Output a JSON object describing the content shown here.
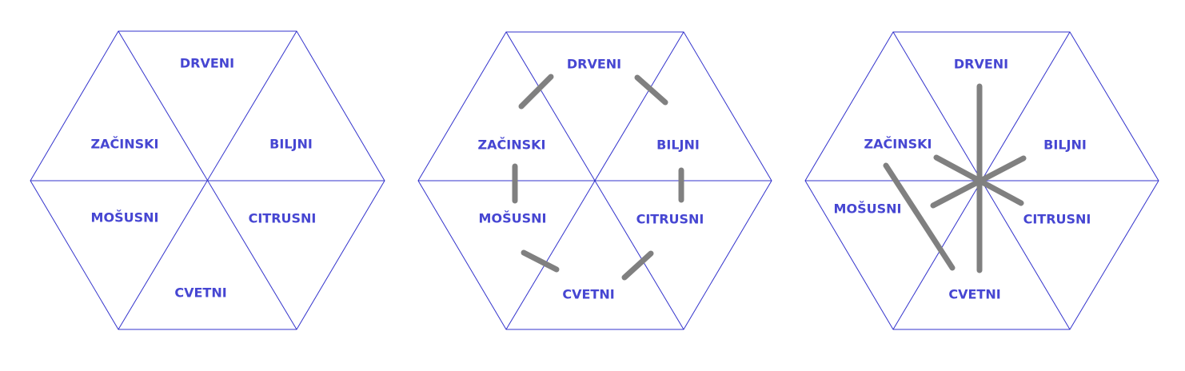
{
  "diagrams": [
    {
      "labels": {
        "top": "DRVENI",
        "upper_left": "ZAČINSKI",
        "upper_right": "BILJNI",
        "lower_left": "MOŠUSNI",
        "lower_right": "CITRUSNI",
        "bottom": "CVETNI"
      }
    },
    {
      "labels": {
        "top": "DRVENI",
        "upper_left": "ZAČINSKI",
        "upper_right": "BILJNI",
        "lower_left": "MOŠUSNI",
        "lower_right": "CITRUSNI",
        "bottom": "CVETNI"
      }
    },
    {
      "labels": {
        "top": "DRVENI",
        "upper_left": "ZAČINSKI",
        "upper_right": "BILJNI",
        "lower_left": "MOŠUSNI",
        "lower_right": "CITRUSNI",
        "bottom": "CVETNI"
      }
    }
  ],
  "colors": {
    "lines": "#3333cc",
    "labels": "#4646d2",
    "marks": "#808080"
  }
}
